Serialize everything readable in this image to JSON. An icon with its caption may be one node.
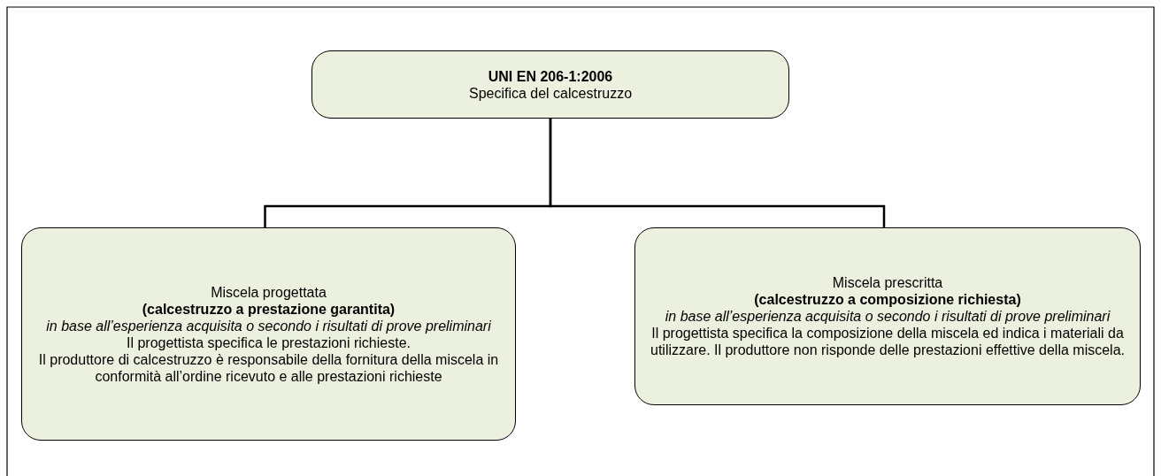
{
  "diagram": {
    "nodes": [
      {
        "text": [
          "UNI EN 206-1:2006",
          "Specifica del calcestruzzo"
        ]
      },
      {
        "text": [
          "Miscela progettata",
          "(calcestruzzo a prestazione garantita)",
          "in base all’esperienza acquisita o secondo i risultati di prove preliminari",
          "Il progettista specifica le prestazioni richieste.",
          "Il produttore di calcestruzzo è responsabile della fornitura della miscela in conformità all’ordine ricevuto e alle prestazioni richieste"
        ]
      },
      {
        "text": [
          "Miscela prescritta",
          "(calcestruzzo a composizione richiesta)",
          "in base all’esperienza acquisita o secondo i risultati di prove preliminari",
          "Il progettista specifica la composizione della miscela ed indica i materiali da utilizzare. Il produttore non risponde delle prestazioni effettive della miscela."
        ]
      }
    ],
    "edges": [
      {
        "from": 0,
        "to": 1,
        "arrow": "none"
      },
      {
        "from": 0,
        "to": 2,
        "arrow": "none"
      }
    ]
  }
}
